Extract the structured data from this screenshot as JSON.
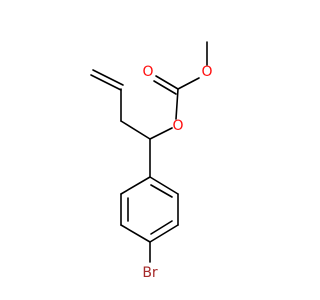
{
  "molecule": {
    "atoms": {
      "o_carbonyl": {
        "label": "O",
        "color": "#ff0d0d"
      },
      "o_methoxy": {
        "label": "O",
        "color": "#ff0d0d"
      },
      "o_ester": {
        "label": "O",
        "color": "#ff0d0d"
      },
      "br": {
        "label": "Br",
        "color": "#a62929"
      }
    }
  }
}
